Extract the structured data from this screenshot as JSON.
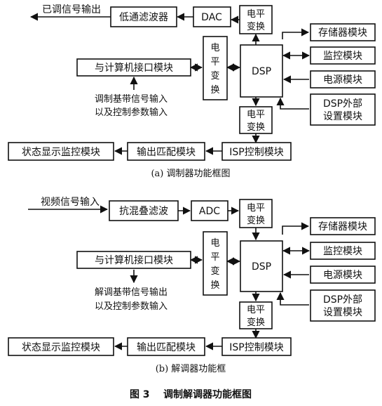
{
  "modulator": {
    "output_label": "已调信号输出",
    "lowpass": "低通滤波器",
    "dac": "DAC",
    "level_top": [
      "电平",
      "变换"
    ],
    "pc_interface": "与计算机接口模块",
    "level_mid": [
      "电",
      "平",
      "变",
      "换"
    ],
    "dsp": "DSP",
    "memory": "存储器模块",
    "monitor": "监控模块",
    "power": "电源模块",
    "dsp_ext": [
      "DSP外部",
      "设置模块"
    ],
    "input_label": [
      "调制基带信号输入",
      "以及控制参数输入"
    ],
    "level_bottom": [
      "电平",
      "变换"
    ],
    "status": "状态显示监控模块",
    "output_match": "输出匹配模块",
    "isp": "ISP控制模块",
    "caption": "(a) 调制器功能框图"
  },
  "demodulator": {
    "input_label": "视频信号输入",
    "antialias": "抗混叠滤波",
    "adc": "ADC",
    "level_top": [
      "电平",
      "变换"
    ],
    "pc_interface": "与计算机接口模块",
    "level_mid": [
      "电",
      "平",
      "变",
      "换"
    ],
    "dsp": "DSP",
    "memory": "存储器模块",
    "monitor": "监控模块",
    "power": "电源模块",
    "dsp_ext": [
      "DSP外部",
      "设置模块"
    ],
    "output_label": [
      "解调基带信号输出",
      "以及控制参数输入"
    ],
    "level_bottom": [
      "电平",
      "变换"
    ],
    "status": "状态显示监控模块",
    "output_match": "输出匹配模块",
    "isp": "ISP控制模块",
    "caption": "(b) 解调器功能框"
  },
  "figure_caption": "图 3    调制解调器功能框图"
}
